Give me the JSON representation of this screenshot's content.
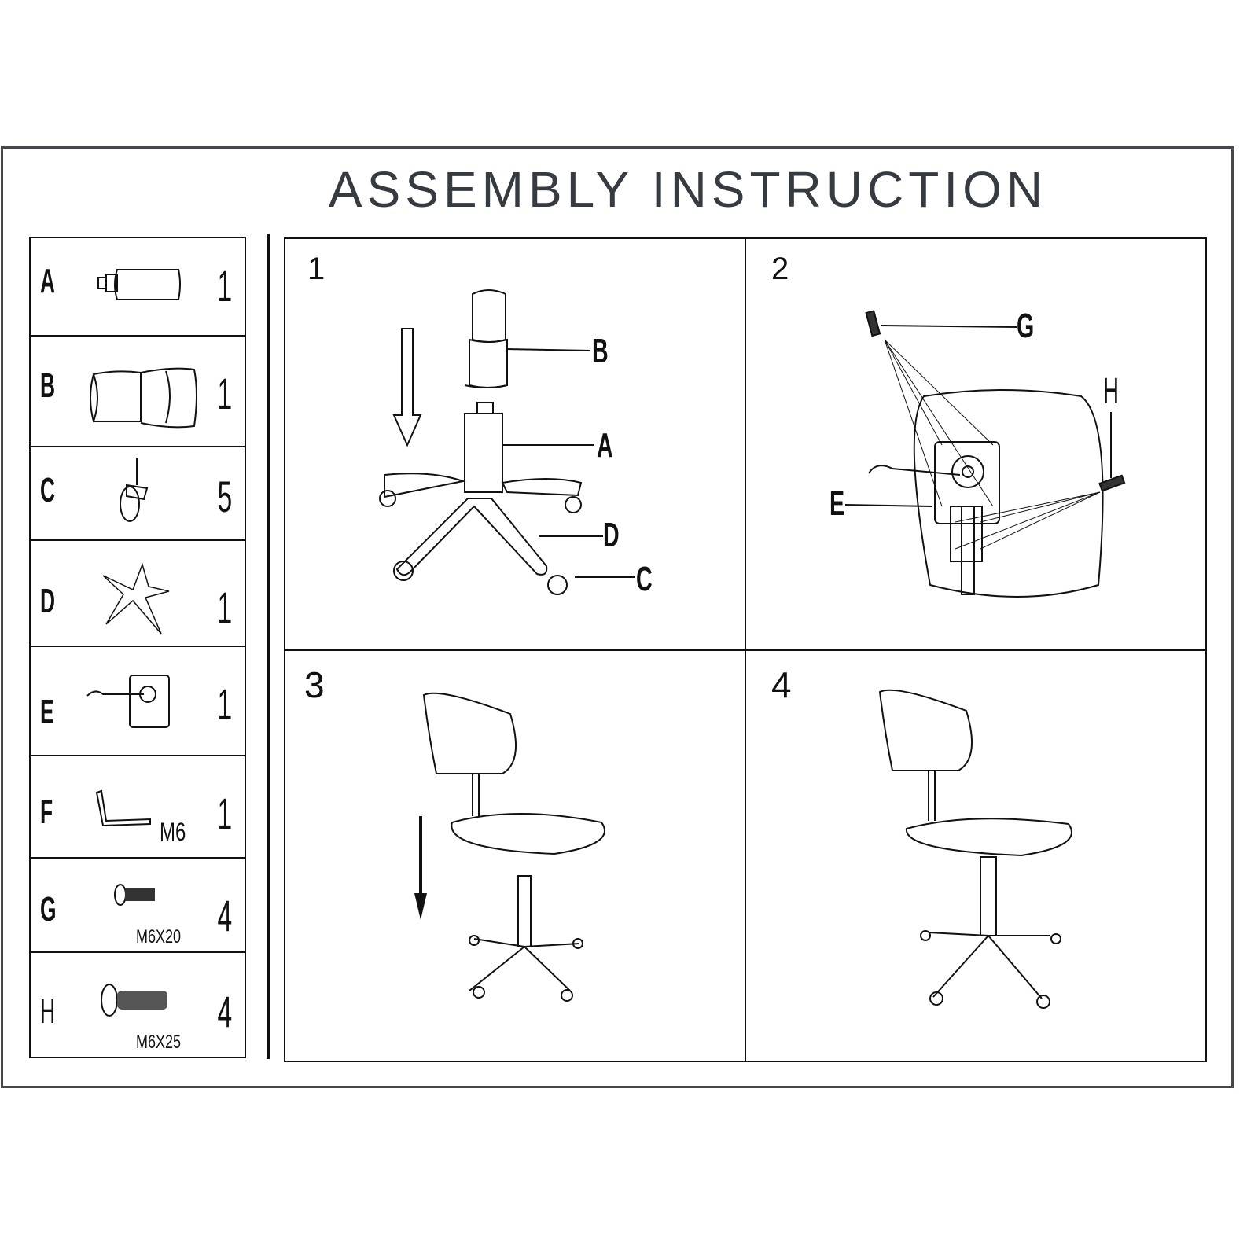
{
  "title": "ASSEMBLY INSTRUCTION",
  "parts": [
    {
      "letter": "A",
      "qty": "1",
      "size": ""
    },
    {
      "letter": "B",
      "qty": "1",
      "size": ""
    },
    {
      "letter": "C",
      "qty": "5",
      "size": ""
    },
    {
      "letter": "D",
      "qty": "1",
      "size": ""
    },
    {
      "letter": "E",
      "qty": "1",
      "size": ""
    },
    {
      "letter": "F",
      "qty": "1",
      "size": "M6"
    },
    {
      "letter": "G",
      "qty": "4",
      "size": "M6X20"
    },
    {
      "letter": "H",
      "qty": "4",
      "size": "M6X25"
    }
  ],
  "steps": [
    {
      "number": "1",
      "labels": [
        "B",
        "A",
        "D",
        "C"
      ]
    },
    {
      "number": "2",
      "labels": [
        "G",
        "H",
        "E"
      ]
    },
    {
      "number": "3"
    },
    {
      "number": "4"
    }
  ]
}
